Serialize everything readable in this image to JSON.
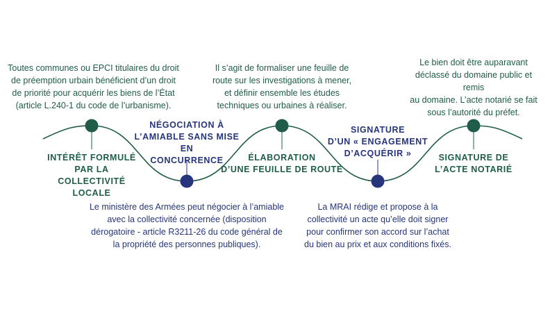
{
  "colors": {
    "green": "#1f5c49",
    "blue": "#26357c",
    "line": "#1f5c49"
  },
  "steps": [
    {
      "title": "INTÉRÊT FORMULÉ\nPAR LA COLLECTIVITÉ\nLOCALE",
      "description": "Toutes communes ou EPCI titulaires du droit\nde préemption urbain bénéficient d’un droit\nde priorité pour acquérir les biens de l’État\n(article L.240-1 du code de l’urbanisme)."
    },
    {
      "title": "NÉGOCIATION À\nL’AMIABLE SANS MISE EN\nCONCURRENCE",
      "description": "Le ministère des Armées peut négocier à l’amiable\navec la collectivité concernée (disposition\ndérogatoire - article R3211-26 du code général de\nla propriété des personnes publiques)."
    },
    {
      "title": "ÉLABORATION\nD’UNE FEUILLE DE ROUTE",
      "description": "Il s’agit de formaliser une feuille de\nroute sur les investigations à mener,\net définir ensemble les études\ntechniques ou urbaines à réaliser."
    },
    {
      "title": "SIGNATURE\nD’UN « ENGAGEMENT\nD’ACQUÉRIR »",
      "description": "La MRAI rédige et propose à la\ncollectivité un acte qu’elle doit signer\npour confirmer son accord sur l’achat\ndu bien au prix et aux conditions fixés."
    },
    {
      "title": "SIGNATURE DE\nL’ACTE NOTARIÉ",
      "description": "Le bien doit être auparavant\ndéclassé du domaine public et remis\nau domaine. L’acte notarié se fait\nsous l’autorité du préfet."
    }
  ]
}
